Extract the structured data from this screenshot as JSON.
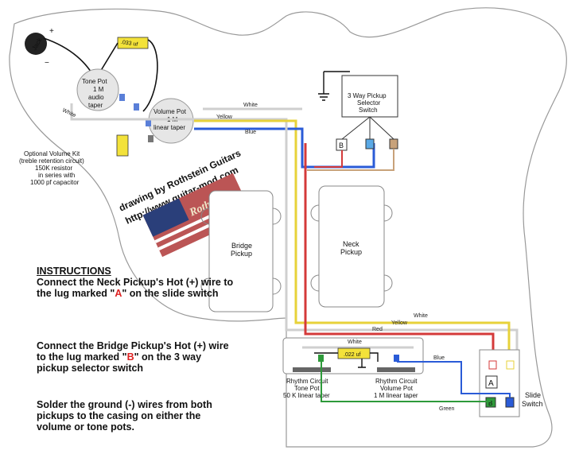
{
  "components": {
    "jack": "Jack",
    "capacitor_top": ".033 uf",
    "tone_pot": [
      "Tone Pot",
      "1 M",
      "audio",
      "taper"
    ],
    "volume_pot": [
      "Volume Pot",
      "1 M",
      "linear taper"
    ],
    "optional_kit": [
      "Optional Volume Kit",
      "(treble retention circuit)",
      "150K resistor",
      "in series with",
      "1000 pf capacitor"
    ],
    "selector_switch": [
      "3 Way Pickup",
      "Selector",
      "Switch"
    ],
    "selector_lug_b": "B",
    "bridge_pickup": [
      "Bridge",
      "Pickup"
    ],
    "neck_pickup": [
      "Neck",
      "Pickup"
    ],
    "capacitor_rhythm": ".022 uf",
    "rhythm_tone": [
      "Rhythm Circuit",
      "Tone Pot",
      "50 K linear taper"
    ],
    "rhythm_volume": [
      "Rhythm Circuit",
      "Volume Pot",
      "1 M linear taper"
    ],
    "slide_switch": [
      "Slide",
      "Switch"
    ],
    "slide_lug_a": "A",
    "slide_lug_b": "B"
  },
  "wires": {
    "white": "White",
    "yellow": "Yellow",
    "blue": "Blue",
    "red": "Red",
    "green": "Green"
  },
  "credit": {
    "line1": "drawing by Rothstein Guitars",
    "line2": "http://www.guitar-mod.com",
    "logo": "Rothstein"
  },
  "instructions": {
    "title": "INSTRUCTIONS",
    "step1_pre": "Connect the Neck Pickup's Hot (+) wire to the lug marked \"",
    "step1_mark": "A",
    "step1_post": "\" on the slide switch",
    "step2_pre": "Connect the Bridge Pickup's Hot (+) wire to the lug marked \"",
    "step2_mark": "B",
    "step2_post": "\" on the 3 way pickup selector switch",
    "step3": "Solder the ground (-) wires from both pickups to the casing on either the volume or tone pots."
  },
  "colors": {
    "white_wire": "#cfcfcf",
    "yellow_wire": "#e7d23a",
    "blue_wire": "#2a5bd7",
    "red_wire": "#d43a3a",
    "green_wire": "#2e9a3a",
    "accent_red": "#dd2222",
    "cap_yellow": "#f3e23a"
  }
}
